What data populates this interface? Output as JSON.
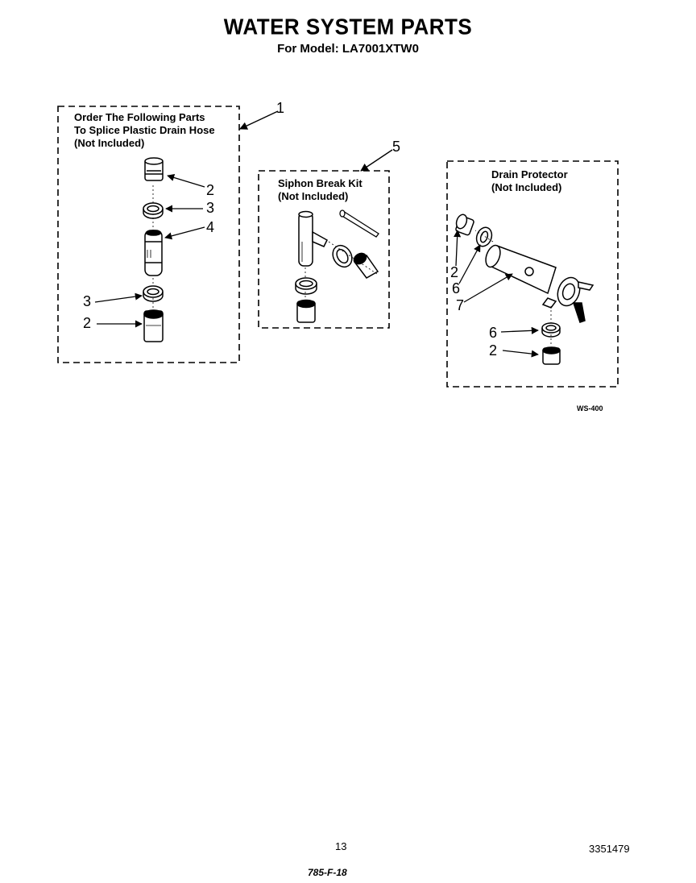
{
  "header": {
    "title": "WATER SYSTEM PARTS",
    "subtitle": "For Model: LA7001XTW0"
  },
  "groups": {
    "splice_kit": {
      "lines": [
        "Order The Following Parts",
        "To Splice Plastic Drain Hose",
        "(Not Included)"
      ],
      "number": "1"
    },
    "siphon_kit": {
      "lines": [
        "Siphon Break Kit",
        "(Not Included)"
      ],
      "number": "5"
    },
    "drain_protector": {
      "lines": [
        "Drain Protector",
        "(Not Included)"
      ]
    }
  },
  "callouts": {
    "splice_top_2": "2",
    "splice_top_3": "3",
    "splice_4": "4",
    "splice_bottom_3": "3",
    "splice_bottom_2": "2",
    "drain_2_upper": "2",
    "drain_6_upper": "6",
    "drain_7": "7",
    "drain_6_lower": "6",
    "drain_2_lower": "2"
  },
  "footer": {
    "ref_code": "WS-400",
    "page_number": "13",
    "doc_number": "3351479",
    "handwritten": "785-F-18"
  }
}
